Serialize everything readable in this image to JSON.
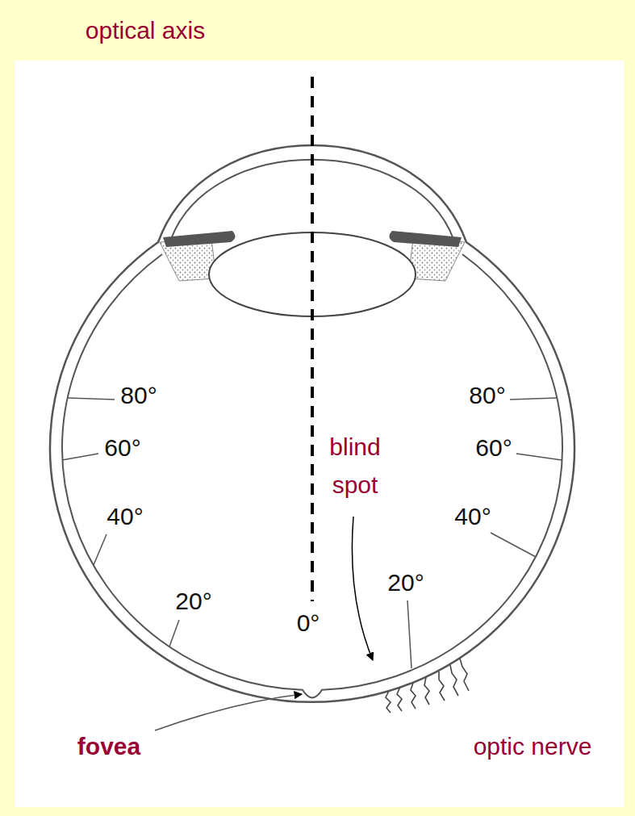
{
  "diagram": {
    "labels": [
      "optical axis",
      "80°",
      "80°",
      "60°",
      "blind spot",
      "60°",
      "40°",
      "40°",
      "20°",
      "0°",
      "20°",
      "fovea",
      "optic nerve"
    ]
  }
}
